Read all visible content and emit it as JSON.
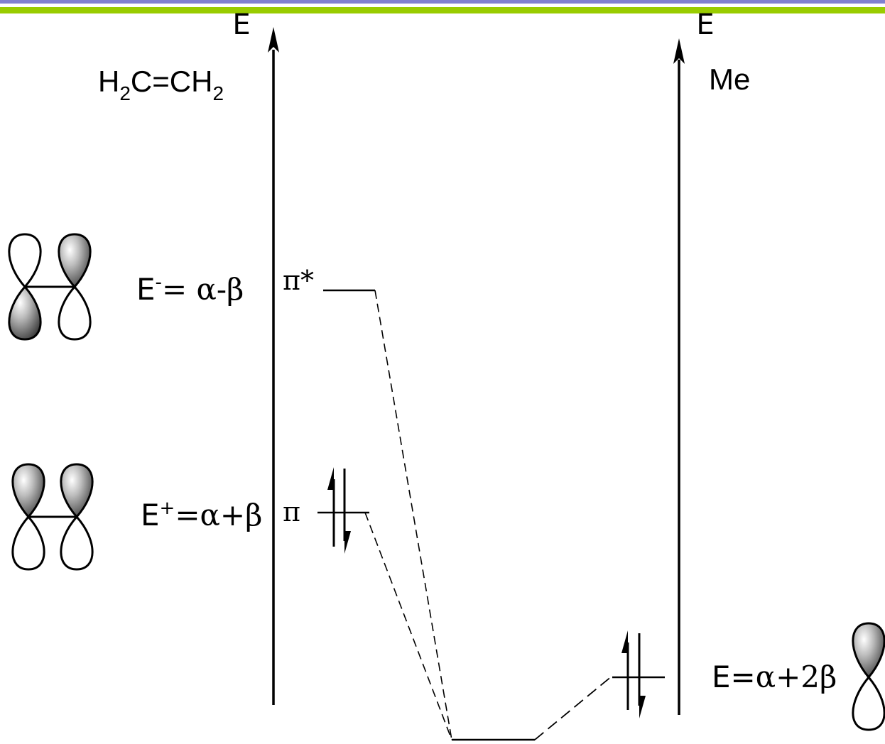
{
  "colors": {
    "top_rule_blue": "#7f7fd0",
    "top_rule_green": "#99cc00",
    "ink": "#000000",
    "lobe_shade_dark": "#3a3a3a",
    "lobe_shade_light": "#f5f5f5"
  },
  "left_diagram": {
    "axis_label": "E",
    "molecule": {
      "h": "H",
      "sub1": "2",
      "mid": "C",
      "equals": "=",
      "c": "CH",
      "sub2": "2"
    },
    "antibonding": {
      "energy_e": "E",
      "energy_sup": "-",
      "energy_rest": "= α-β",
      "orbital_label": "π*"
    },
    "bonding": {
      "energy_e": "E",
      "energy_sup": "+",
      "energy_rest": "=α+β",
      "orbital_label": "π"
    }
  },
  "right_diagram": {
    "axis_label": "E",
    "molecule": "Me",
    "level": {
      "energy": "E=α+2β"
    }
  },
  "icons": [
    "up-arrow-icon",
    "electron-up-arrow-icon",
    "electron-down-arrow-icon",
    "p-orbital-icon"
  ]
}
